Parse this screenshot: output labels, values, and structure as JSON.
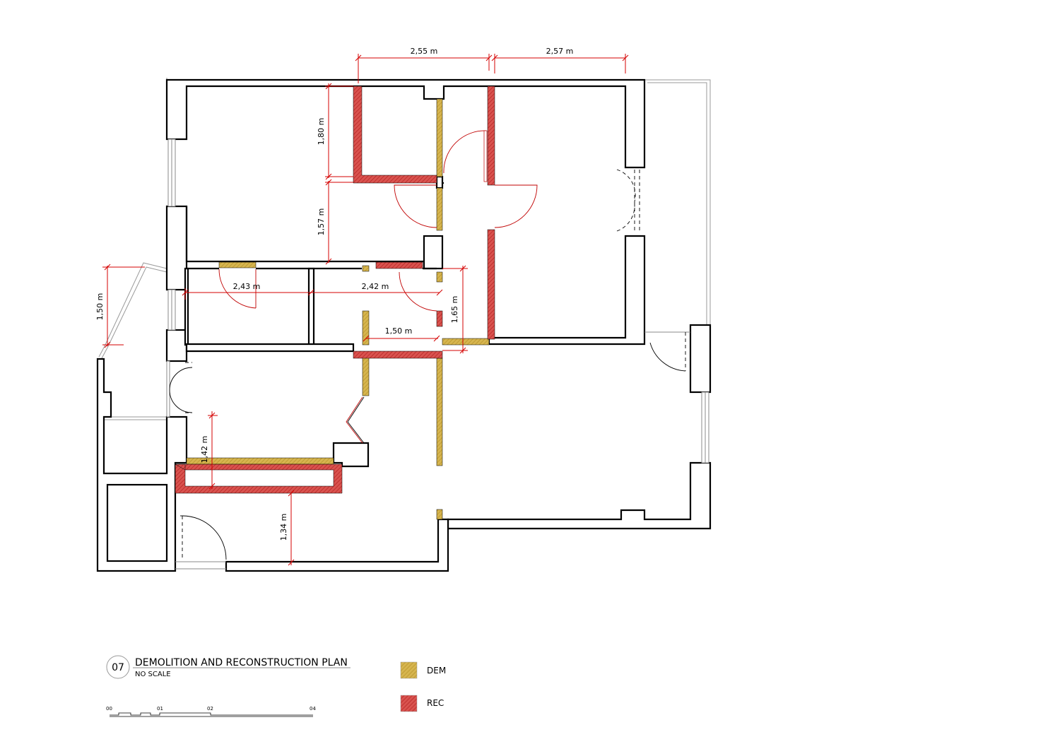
{
  "title": {
    "number": "07",
    "main": "DEMOLITION AND RECONSTRUCTION PLAN",
    "sub": "NO SCALE"
  },
  "legend": [
    {
      "label": "DEM",
      "color": "#d6b54f",
      "hatch": "#b7922a"
    },
    {
      "label": "REC",
      "color": "#d9534f",
      "hatch": "#b52222"
    }
  ],
  "scale_bar": [
    "00",
    "01",
    "02",
    "04"
  ],
  "dimensions": {
    "top_left": "2,55 m",
    "top_right": "2,57 m",
    "vert_a": "1,80 m",
    "vert_b": "1,57 m",
    "vert_left": "1,50 m",
    "mid_left": "2,43 m",
    "mid_right": "2,42 m",
    "hall": "1,50 m",
    "hall_vert": "1,65 m",
    "kitchen": "1,42 m",
    "bottom": "1,34 m"
  },
  "colors": {
    "dem": "#d6b54f",
    "rec": "#d9534f",
    "dimension": "#d40000",
    "wall": "#000000"
  }
}
